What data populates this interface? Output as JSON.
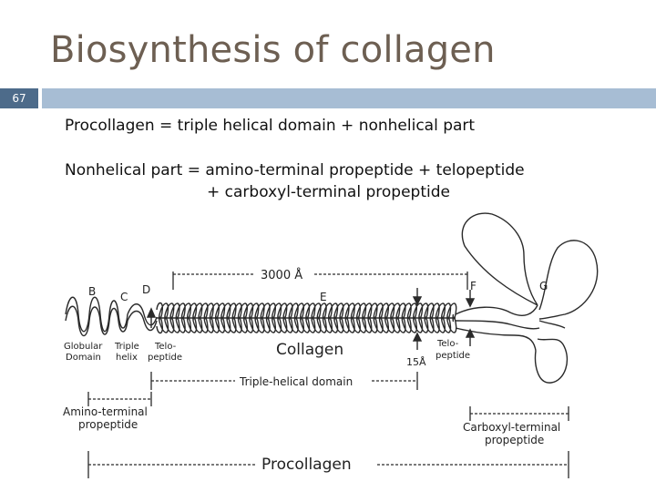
{
  "slide": {
    "title": "Biosynthesis of collagen",
    "number": "67",
    "lines": [
      "Procollagen = triple helical domain + nonhelical part",
      "Nonhelical part = amino-terminal propeptide + telopeptide",
      "+ carboxyl-terminal propeptide"
    ]
  },
  "diagram": {
    "labels": {
      "b": "B",
      "c": "C",
      "d": "D",
      "e": "E",
      "f": "F",
      "g": "G",
      "length": "3000 Å",
      "collagen": "Collagen",
      "globular_domain": [
        "Globular",
        "Domain"
      ],
      "triple_helix": [
        "Triple",
        "helix"
      ],
      "telopeptide_left": [
        "Telo-",
        "peptide"
      ],
      "telopeptide_right": [
        "Telo-",
        "peptide"
      ],
      "width": "15Å",
      "triple_helical_domain": "Triple-helical domain",
      "amino_terminal": [
        "Amino-terminal",
        "propeptide"
      ],
      "carboxyl_terminal": [
        "Carboxyl-terminal",
        "propeptide"
      ],
      "procollagen": "Procollagen"
    }
  }
}
